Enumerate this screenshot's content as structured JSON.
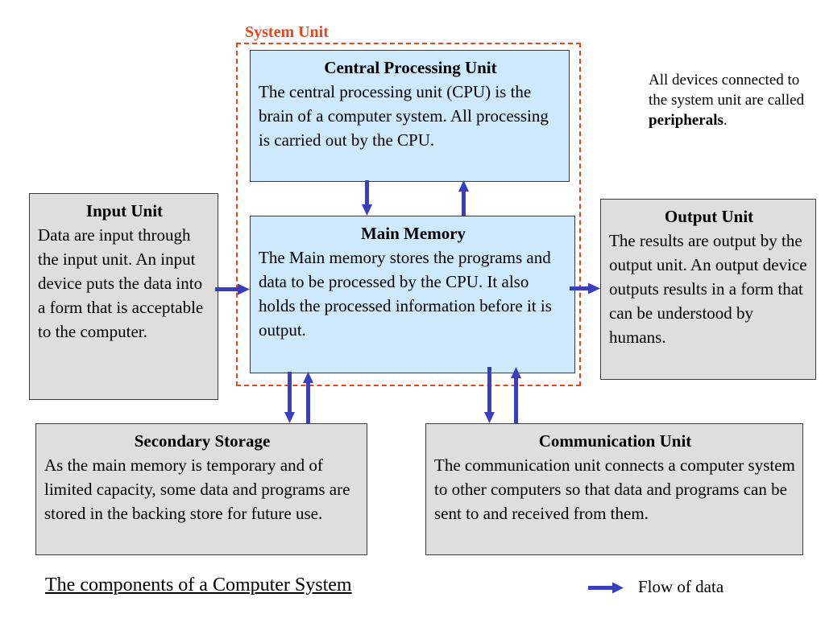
{
  "system_unit": {
    "label": "System Unit"
  },
  "cpu": {
    "title": "Central Processing Unit",
    "text": "The central processing unit (CPU) is the brain of a computer system. All processing is carried out by the CPU."
  },
  "main_memory": {
    "title": "Main Memory",
    "text": "The Main memory stores the programs and data to be processed by the CPU. It also holds the processed information before it is output."
  },
  "input_unit": {
    "title": "Input Unit",
    "text": "Data are input through the input unit. An input device puts the data into a form that is acceptable to the computer."
  },
  "output_unit": {
    "title": "Output Unit",
    "text": "The results are output by the output unit. An output device outputs results in a form that can be understood by humans."
  },
  "secondary_storage": {
    "title": "Secondary Storage",
    "text": "As the main memory is temporary and of limited capacity, some data and programs are stored in the backing store for future use."
  },
  "communication_unit": {
    "title": "Communication Unit",
    "text": "The communication unit connects a computer system to other computers so that data and programs can be sent to and received from them."
  },
  "note": {
    "prefix": "All devices connected to the system unit are called ",
    "emphasis": "peripherals",
    "suffix": "."
  },
  "caption": "The components of a Computer System",
  "legend": {
    "label": "Flow of data"
  },
  "colors": {
    "arrow": "#3b3dbf",
    "system_unit_border": "#e8451c",
    "unit_box": "#dedede",
    "core_box": "#cde9fb"
  }
}
